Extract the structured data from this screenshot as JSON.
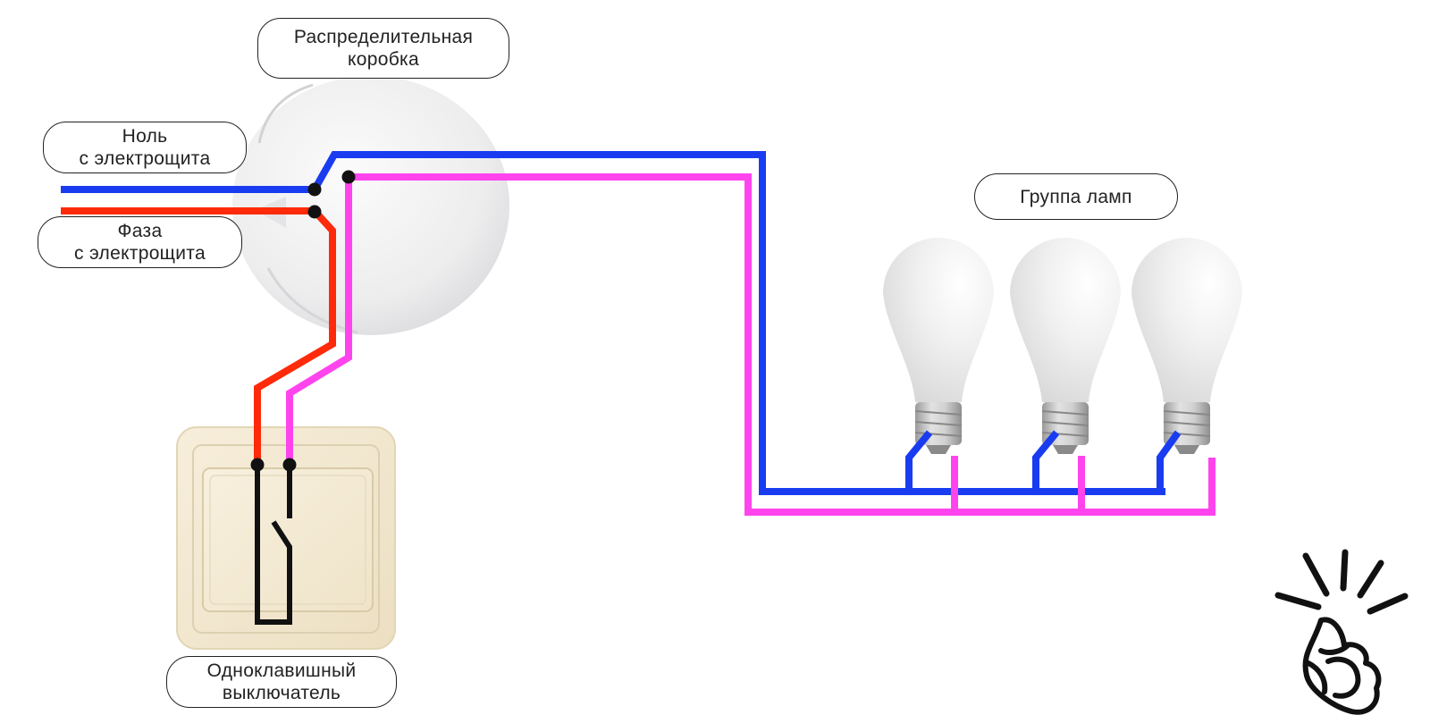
{
  "labels": {
    "junction_box": {
      "line1": "Распределительная",
      "line2": "коробка"
    },
    "neutral": {
      "line1": "Ноль",
      "line2": "с электрощита"
    },
    "phase": {
      "line1": "Фаза",
      "line2": "с электрощита"
    },
    "lamp_group": {
      "line1": "Группа ламп"
    },
    "switch": {
      "line1": "Одноклавишный",
      "line2": "выключатель"
    }
  },
  "colors": {
    "neutral_wire": "#1a3cf0",
    "phase_wire": "#ff2a0a",
    "switched_phase_wire": "#ff44ee",
    "contact_line": "#111111",
    "junction_box_body": "#ececee",
    "switch_plate": "#f3e8cf",
    "lamp_bulb": "#f0f0f0",
    "lamp_base": "#c4c4c4"
  },
  "icons": {
    "lamps": [
      "light-bulb-icon",
      "light-bulb-icon",
      "light-bulb-icon"
    ],
    "corner": "thumbs-up-icon"
  }
}
